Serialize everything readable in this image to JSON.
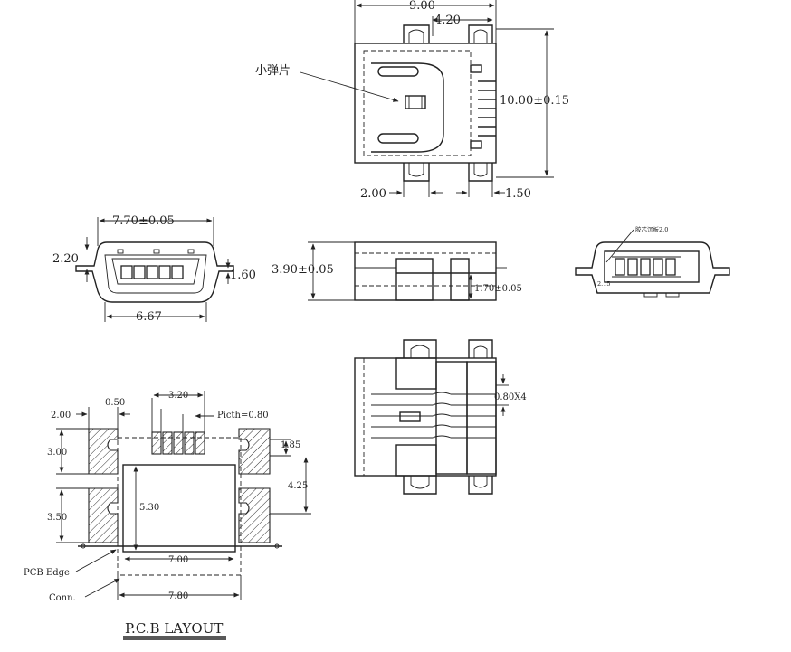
{
  "top_view": {
    "width_dim": "9.00",
    "pitch_dim": "4.20",
    "length_dim": "10.00±0.15",
    "label_spring": "小弹片",
    "tab_left_dim": "2.00",
    "tab_right_dim": "1.50"
  },
  "front_view": {
    "width_dim": "7.70±0.05",
    "height_left_dim": "2.20",
    "height_right_dim": "1.60",
    "bottom_width_dim": "6.67"
  },
  "side_view": {
    "height_dim": "3.90±0.05",
    "offset_dim": "1.70±0.05"
  },
  "rear_view": {
    "note": "胶芯沉板2.0",
    "small_dim": "2.15"
  },
  "bottom_view": {
    "pitch_dim": "0.80X4"
  },
  "pcb_layout": {
    "pad_width_dim": "2.00",
    "slot_dim": "0.50",
    "span_dim": "3.20",
    "pitch_label": "Picth=0.80",
    "pad_h1_dim": "3.00",
    "pad_h2_dim": "3.50",
    "right_gap_dim": "1.85",
    "right_span_dim": "4.25",
    "inner_height_dim": "5.30",
    "inner_width_dim": "7.00",
    "outer_width_dim": "7.80",
    "label_pcb_edge": "PCB Edge",
    "label_conn": "Conn.",
    "title": "P.C.B LAYOUT"
  }
}
